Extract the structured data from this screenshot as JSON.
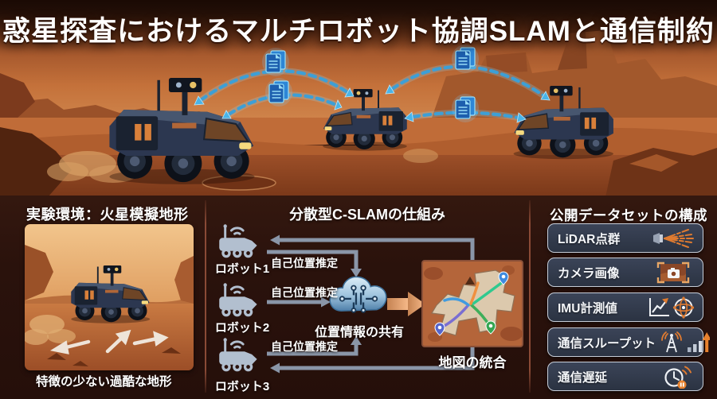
{
  "title": "惑星探査におけるマルチロボット協調SLAMと通信制約",
  "colors": {
    "accent_orange": "#e07b30",
    "comm_link_blue": "#3fa3e0",
    "cloud_blue": "#9fc4de",
    "card_background": "#313a4d",
    "card_border": "#c6cdd8",
    "section_background": "#2b130e"
  },
  "scene": {
    "rover_icon": "mars-rover-icon",
    "data_packet_icon": "data-file-icon",
    "comm_link_icon": "dashed-comm-link"
  },
  "panels": {
    "environment": {
      "header": "実験環境：火星模擬地形",
      "caption": "特徴の少ない過酷な地形"
    },
    "cslam": {
      "header": "分散型C-SLAMの仕組み",
      "robots": [
        {
          "label": "ロボット1",
          "output_label": "自己位置推定"
        },
        {
          "label": "ロボット2",
          "output_label": "自己位置推定"
        },
        {
          "label": "ロボット3",
          "output_label": "自己位置推定"
        }
      ],
      "cloud_label": "位置情報の共有",
      "map_label": "地図の統合"
    },
    "dataset": {
      "header": "公開データセットの構成",
      "items": [
        {
          "label": "LiDAR点群",
          "icon": "lidar-scan-icon"
        },
        {
          "label": "カメラ画像",
          "icon": "camera-icon"
        },
        {
          "label": "IMU計測値",
          "icon": "imu-chart-gyroscope-icon"
        },
        {
          "label": "通信スループット",
          "icon": "antenna-signal-bars-icon"
        },
        {
          "label": "通信遅延",
          "icon": "clock-latency-icon"
        }
      ]
    }
  }
}
